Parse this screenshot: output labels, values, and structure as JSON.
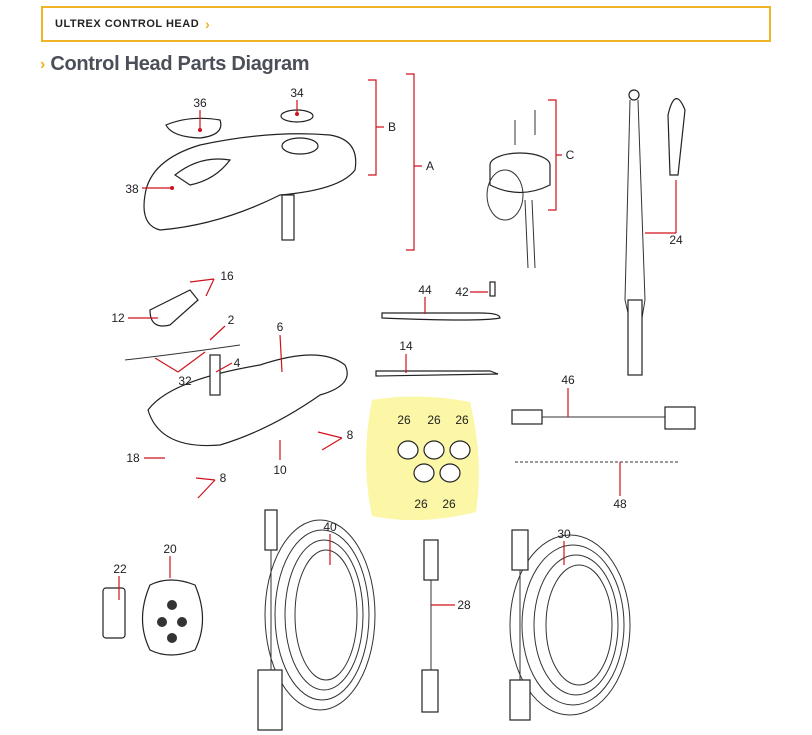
{
  "breadcrumb": {
    "label": "ULTREX CONTROL HEAD",
    "chevron": "›"
  },
  "page_title": {
    "label": "Control Head Parts Diagram",
    "chevron": "›"
  },
  "callouts": {
    "p36": "36",
    "p34": "34",
    "p38": "38",
    "B": "B",
    "A": "A",
    "C": "C",
    "p24": "24",
    "p16": "16",
    "p12": "12",
    "p2": "2",
    "p6": "6",
    "p4": "4",
    "p32": "32",
    "p44": "44",
    "p42": "42",
    "p14": "14",
    "p46": "46",
    "p26a": "26",
    "p26b": "26",
    "p26c": "26",
    "p26d": "26",
    "p26e": "26",
    "p48": "48",
    "p18": "18",
    "p8a": "8",
    "p10": "10",
    "p8b": "8",
    "p20": "20",
    "p22": "22",
    "p40": "40",
    "p28": "28",
    "p30": "30"
  },
  "colors": {
    "accent": "#f0b323",
    "callout_line": "#d0121b",
    "highlight": "#fbf7a6"
  }
}
